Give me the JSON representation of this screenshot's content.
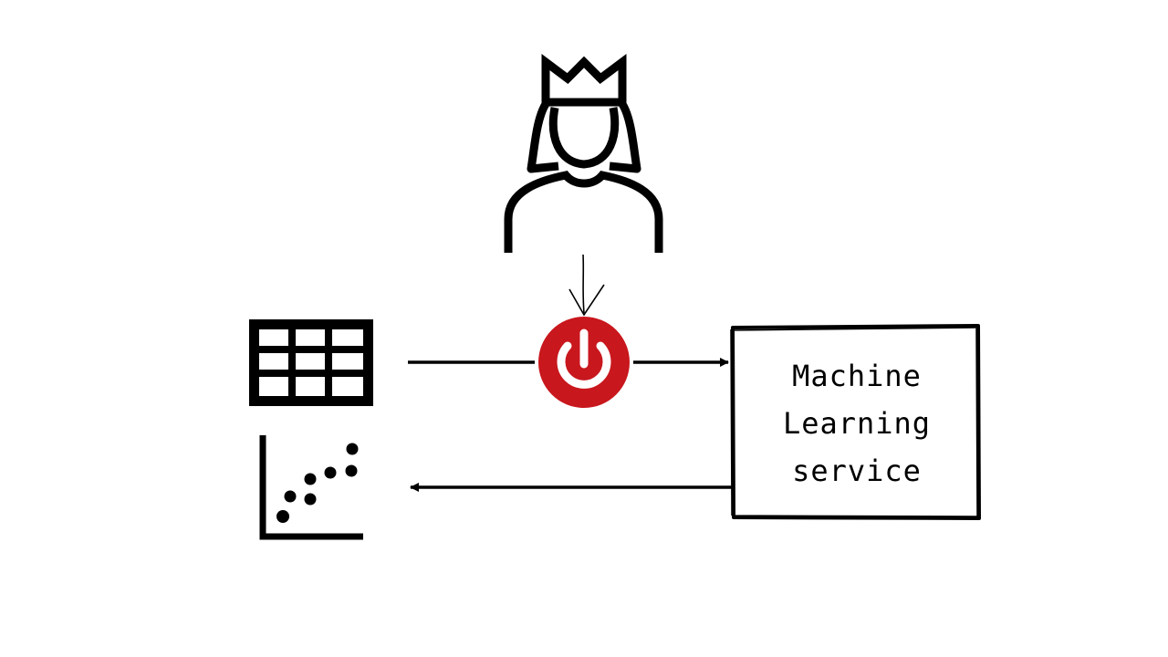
{
  "diagram": {
    "service_box": {
      "lines": [
        "Machine",
        "Learning",
        "service"
      ]
    },
    "icons": {
      "admin": "queen-person-icon",
      "data": "table-grid-icon",
      "result": "scatter-plot-icon",
      "switch": "power-button-icon"
    },
    "colors": {
      "power_button": "#c8171d",
      "ink": "#000000",
      "background": "#ffffff"
    }
  }
}
